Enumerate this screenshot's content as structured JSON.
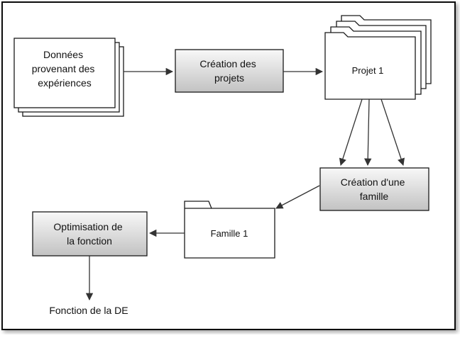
{
  "nodes": {
    "donnees": {
      "lines": [
        "Données",
        "provenant des",
        "expériences"
      ]
    },
    "creation_projets": {
      "lines": [
        "Création des",
        "projets"
      ]
    },
    "projet": {
      "label": "Projet 1"
    },
    "creation_famille": {
      "lines": [
        "Création d'une",
        "famille"
      ]
    },
    "famille": {
      "label": "Famille 1"
    },
    "optimisation": {
      "lines": [
        "Optimisation de",
        "la fonction"
      ]
    },
    "fonction": {
      "label": "Fonction de la DE"
    }
  },
  "colors": {
    "border": "#1a1a1a",
    "box_fill_top": "#f7f7f7",
    "box_fill_bottom": "#c4c4c4",
    "paper_fill": "#ffffff",
    "line": "#333333"
  }
}
